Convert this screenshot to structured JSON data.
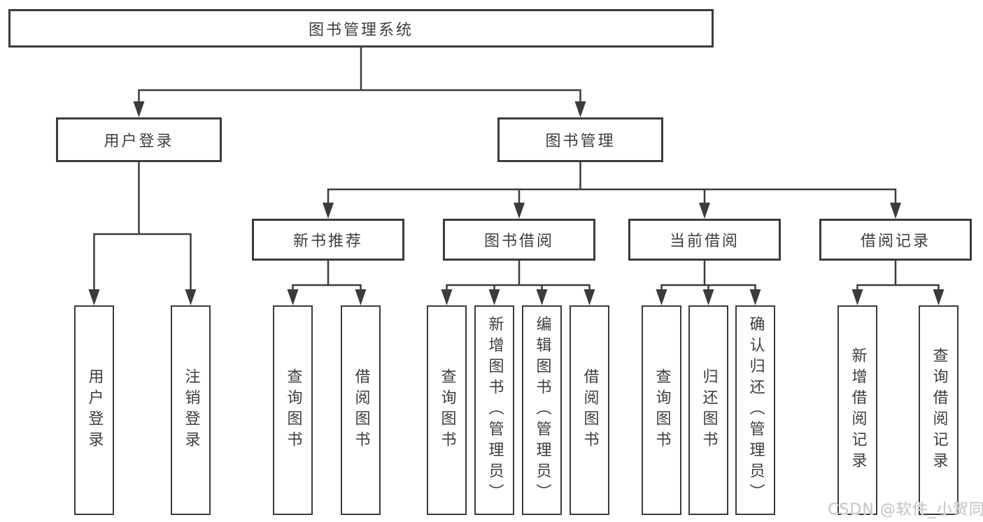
{
  "colors": {
    "line": "#3b3b3b",
    "text": "#3d3d3d",
    "box_background": "#ffffff",
    "page_background": "#ffffff",
    "watermark": "#c6c6c6"
  },
  "watermark": {
    "text": "CSDN @软件_小贺同学"
  },
  "nodes": {
    "root": "图书管理系统",
    "level2": [
      "用户登录",
      "图书管理"
    ],
    "login_children": [
      "用户登录",
      "注销登录"
    ],
    "level3": [
      "新书推荐",
      "图书借阅",
      "当前借阅",
      "借阅记录"
    ],
    "new_book_children": [
      "查询图书",
      "借阅图书"
    ],
    "borrow_children": [
      "查询图书",
      "新增图书（管理员）",
      "编辑图书（管理员）",
      "借阅图书"
    ],
    "current_children": [
      "查询图书",
      "归还图书",
      "确认归还（管理员）"
    ],
    "record_children": [
      "新增借阅记录",
      "查询借阅记录"
    ]
  }
}
